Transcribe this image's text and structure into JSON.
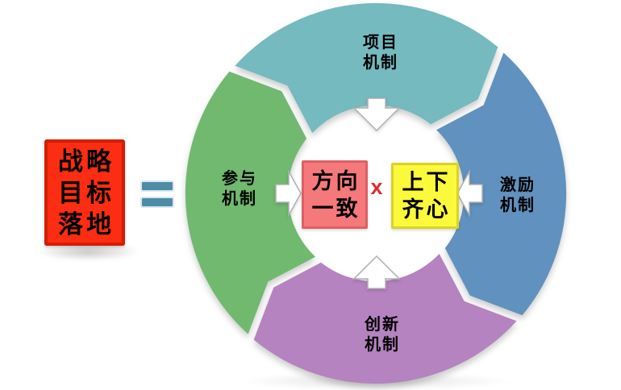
{
  "equation": {
    "result_box": {
      "lines": [
        "战略",
        "目标",
        "落地"
      ],
      "bg_color": "#fc2d12",
      "text_color": "#000000"
    },
    "equals_sign": "=",
    "equals_color": "#4e8ca6"
  },
  "ring": {
    "segments": [
      {
        "position": "top",
        "lines": [
          "项目",
          "机制"
        ],
        "color": "#74babe"
      },
      {
        "position": "right",
        "lines": [
          "激励",
          "机制"
        ],
        "color": "#6191be"
      },
      {
        "position": "bottom",
        "lines": [
          "创新",
          "机制"
        ],
        "color": "#b583bf"
      },
      {
        "position": "left",
        "lines": [
          "参与",
          "机制"
        ],
        "color": "#70b96f"
      }
    ],
    "arrow_fill": "#ffffff",
    "arrow_stroke": "#b0b0b0"
  },
  "center": {
    "direction_box": {
      "lines": [
        "方向",
        "一致"
      ],
      "bg_color": "#f5797b"
    },
    "operator": "x",
    "operator_color": "#e12b2b",
    "unity_box": {
      "lines": [
        "上下",
        "齐心"
      ],
      "bg_color": "#fbf93b"
    }
  }
}
